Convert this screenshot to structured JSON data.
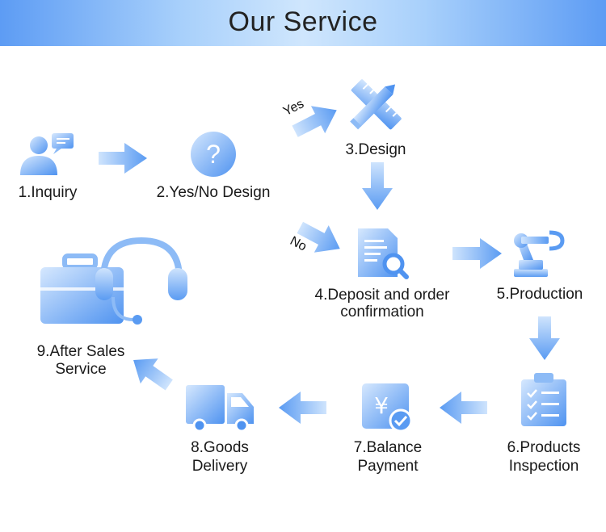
{
  "header": {
    "title": "Our Service"
  },
  "steps": {
    "s1": {
      "label": "1.Inquiry"
    },
    "s2": {
      "label": "2.Yes/No Design"
    },
    "s3": {
      "label": "3.Design"
    },
    "s4": {
      "line1": "4.Deposit and order",
      "line2": "confirmation"
    },
    "s5": {
      "label": "5.Production"
    },
    "s6": {
      "line1": "6.Products",
      "line2": "Inspection"
    },
    "s7": {
      "line1": "7.Balance",
      "line2": "Payment"
    },
    "s8": {
      "line1": "8.Goods",
      "line2": "Delivery"
    },
    "s9": {
      "line1": "9.After Sales",
      "line2": "Service"
    }
  },
  "branches": {
    "yes": "Yes",
    "no": "No"
  },
  "icons": {
    "s1": "person-chat-icon",
    "s2": "question-mark-icon",
    "s3": "ruler-pencil-icon",
    "s4": "document-search-icon",
    "s5": "robot-arm-icon",
    "s6": "checklist-icon",
    "s7": "yen-payment-icon",
    "s8": "delivery-truck-icon",
    "s9": "briefcase-headset-icon"
  },
  "colors": {
    "accent_light": "#cfe4fd",
    "accent_dark": "#4f93f0"
  }
}
